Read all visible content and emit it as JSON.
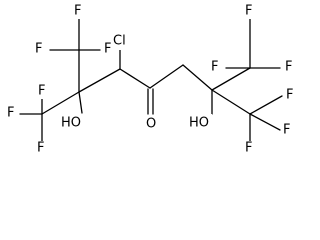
{
  "molecule": {
    "atoms": {
      "cl": "Cl",
      "o_ketone": "O",
      "oh_left": "HO",
      "oh_right": "HO",
      "fluorine": "F"
    },
    "colors": {
      "bond": "#000000",
      "text": "#000000",
      "background": "#ffffff"
    }
  }
}
